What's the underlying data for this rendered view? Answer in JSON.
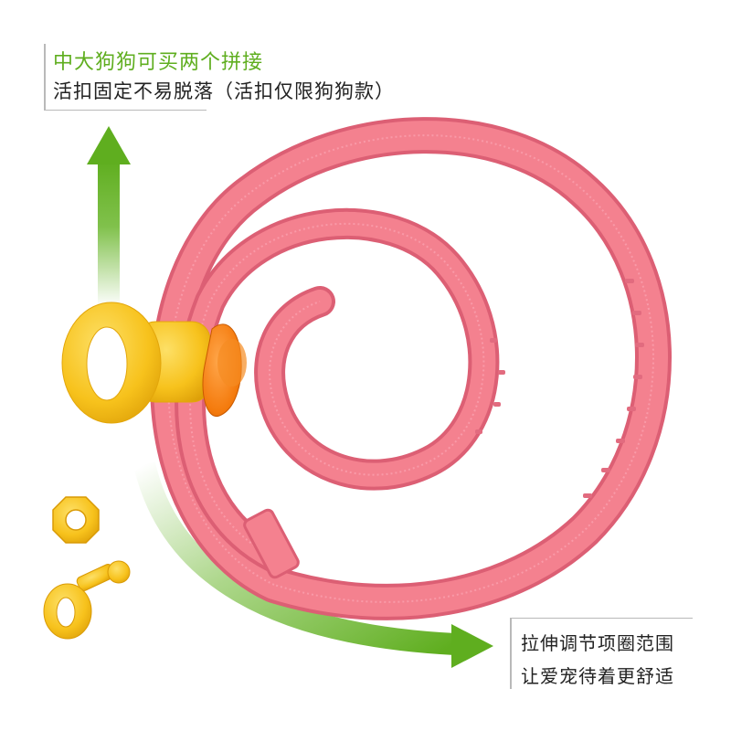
{
  "captions": {
    "top_left": {
      "headline": "中大狗狗可买两个拼接",
      "subline": "活扣固定不易脱落（活扣仅限狗狗款）"
    },
    "bottom_right": {
      "line1": "拉伸调节项圈范围",
      "line2": "让爱宠待着更舒适"
    }
  },
  "colors": {
    "collar_pink": "#f4818f",
    "buckle_yellow": "#f7c21c",
    "buckle_orange": "#f47a0c",
    "arrow_green": "#6ab62c",
    "headline_green": "#5fae1f"
  },
  "icons": [
    "up-arrow-icon",
    "curved-arrow-icon",
    "octagon-nut-icon",
    "key-buckle-icon"
  ]
}
